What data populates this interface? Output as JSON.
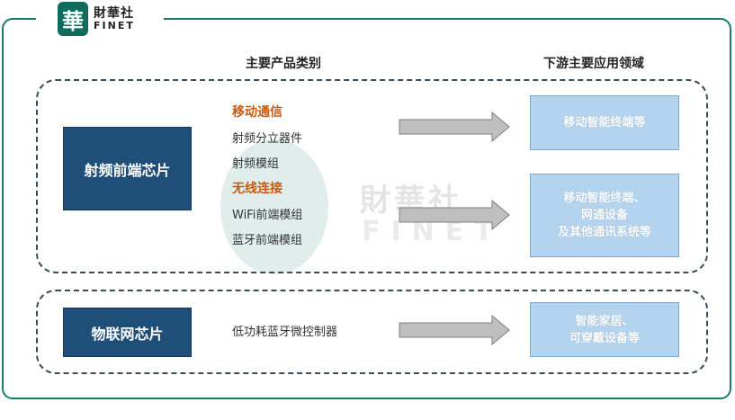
{
  "logo": {
    "mark": "華",
    "name_cn": "財華社",
    "name_en": "FINET"
  },
  "headers": {
    "products": "主要产品类别",
    "applications": "下游主要应用领域"
  },
  "rf_group": {
    "chip": "射频前端芯片",
    "items": [
      {
        "text": "移动通信",
        "kind": "category"
      },
      {
        "text": "射频分立器件",
        "kind": "product"
      },
      {
        "text": "射频模组",
        "kind": "product"
      },
      {
        "text": "无线连接",
        "kind": "category"
      },
      {
        "text": "WiFi前端模组",
        "kind": "product"
      },
      {
        "text": "蓝牙前端模组",
        "kind": "product"
      }
    ],
    "apps": [
      "移动智能终端等",
      "移动智能终端、\n网通设备\n及其他通讯系统等"
    ]
  },
  "iot_group": {
    "chip": "物联网芯片",
    "items": [
      {
        "text": "低功耗蓝牙微控制器",
        "kind": "product"
      }
    ],
    "apps": [
      "智能家居、\n可穿戴设备等"
    ]
  },
  "colors": {
    "frame": "#1b7a6b",
    "chip": "#1f4e79",
    "app_box": "#b4d3ee",
    "category_text": "#c55a11",
    "arrow": "#bfbfbf"
  }
}
